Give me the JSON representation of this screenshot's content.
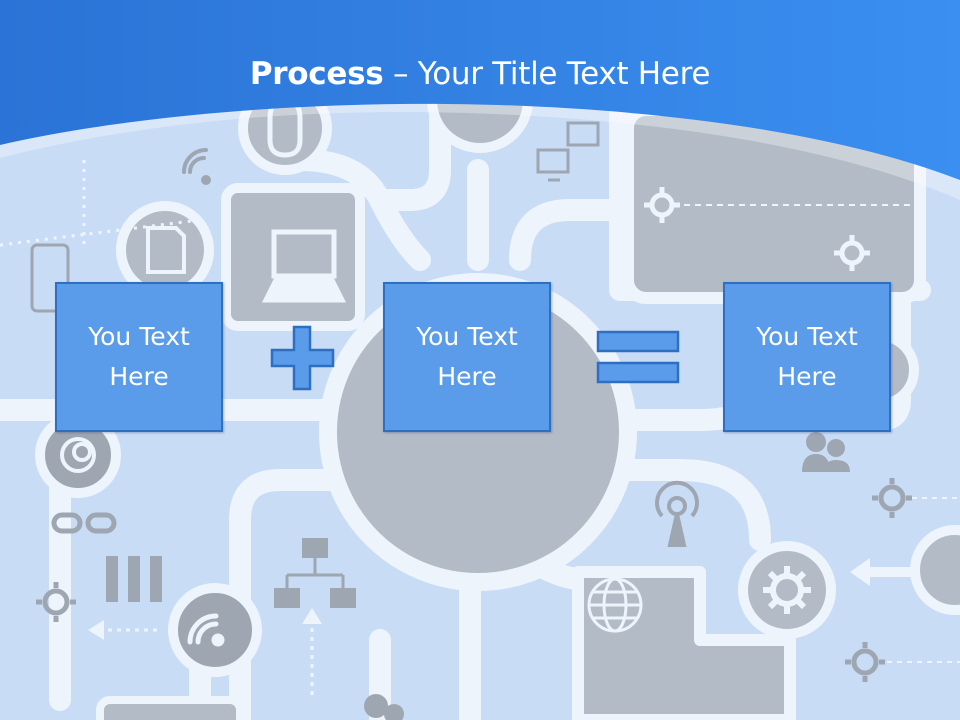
{
  "title": {
    "bold": "Process",
    "dash": " – ",
    "rest": "Your Title Text Here"
  },
  "boxes": [
    {
      "text": "You Text Here"
    },
    {
      "text": "You Text Here"
    },
    {
      "text": "You Text Here"
    }
  ],
  "operators": {
    "plus": "plus-sign",
    "equals": "equals-sign"
  },
  "colors": {
    "header_blue": "#2f7fe0",
    "background": "#c9dcf6",
    "box_fill": "#5a9bea",
    "box_border": "#2f6fc2",
    "connector": "#eef4fc",
    "shape_gray": "#b3bbc6",
    "icon_gray": "#9ea6b1"
  }
}
